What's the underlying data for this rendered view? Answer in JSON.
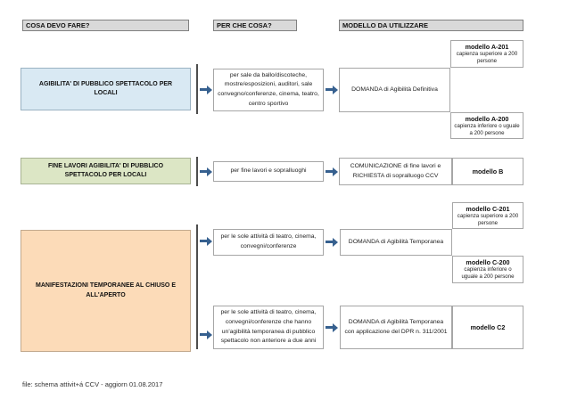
{
  "columns": {
    "what": "COSA DEVO FARE?",
    "why": "PER CHE COSA?",
    "model": "MODELLO DA UTILIZZARE"
  },
  "flow1": {
    "source": "AGIBILITA' DI PUBBLICO SPETTACOLO PER LOCALI",
    "purpose": "per sale da ballo/discoteche, mostre/esposizioni, auditori, sale convegno/conferenze, cinema, teatro, centro sportivo",
    "action": "DOMANDA di Agibilità Definitiva",
    "model_top_name": "modello A-201",
    "model_top_note": "capienza superiore a 200 persone",
    "model_bottom_name": "modello A-200",
    "model_bottom_note": "capienza inferiore o uguale a 200 persone"
  },
  "flow2": {
    "source": "FINE LAVORI AGIBILITA' DI PUBBLICO SPETTACOLO PER LOCALI",
    "purpose": "per fine lavori e sopralluoghi",
    "action": "COMUNICAZIONE di fine lavori e RICHIESTA di sopralluogo CCV",
    "model_name": "modello B"
  },
  "flow3": {
    "source": "MANIFESTAZIONI TEMPORANEE AL CHIUSO E ALL'APERTO",
    "branch_a": {
      "purpose": "per le sole attività di teatro, cinema, convegni/conferenze",
      "action": "DOMANDA di Agibilità Temporanea",
      "model_top_name": "modello C-201",
      "model_top_note": "capienza superiore a 200 persone",
      "model_bottom_name": "modello C-200",
      "model_bottom_note": "capienza inferiore o uguale a 200 persone"
    },
    "branch_b": {
      "purpose": "per le sole attività di teatro, cinema, convegni/conferenze che hanno un'agibilità temporanea di pubblico spettacolo non anteriore a due anni",
      "action": "DOMANDA di Agibilità Temporanea con applicazione del DPR n. 311/2001",
      "model_name": "modello C2"
    }
  },
  "footer": "file: schema attivit+á CCV - aggiorn 01.08.2017",
  "colors": {
    "header_fill": "#D9D9D9",
    "box_blue": "#D9E9F3",
    "box_green": "#DCE6C5",
    "box_orange": "#FCDBB8",
    "arrow_blue": "#36608F",
    "border_gray": "#A6A6A6"
  }
}
